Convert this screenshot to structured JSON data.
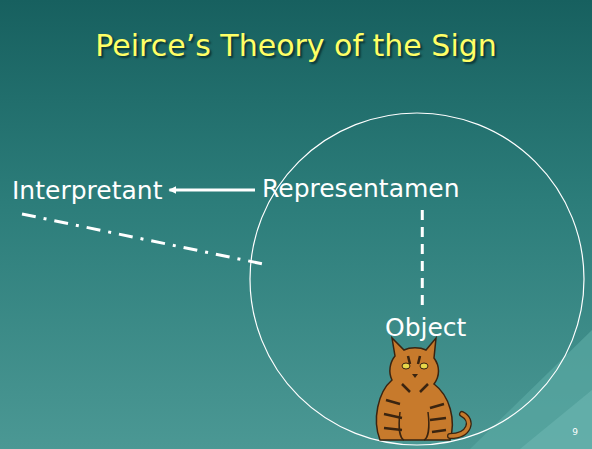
{
  "diagram": {
    "title": "Peirce’s Theory of the Sign",
    "nodes": [
      {
        "text": [
          "Interpretant"
        ]
      },
      {
        "text": [
          "Representamen"
        ]
      },
      {
        "text": [
          "Object"
        ]
      }
    ],
    "edges": [
      {
        "from": 1,
        "to": 0,
        "arrow": "to"
      },
      {
        "from": 1,
        "to": 2,
        "arrow": "none"
      }
    ],
    "labels": [
      "9"
    ]
  }
}
